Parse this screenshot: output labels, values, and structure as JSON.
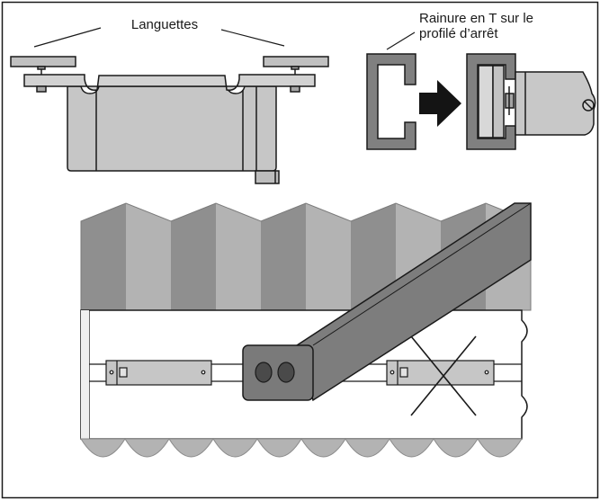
{
  "labels": {
    "tabs": "Languettes",
    "groove_line1": "Rainure en T sur le",
    "groove_line2": "profilé d’arrêt"
  },
  "colors": {
    "frame": "#1a1a1a",
    "part_fill": "#c6c6c6",
    "part_light": "#d4d4d4",
    "door_dark": "#8f8f8f",
    "door_light": "#b3b3b3",
    "profile": "#808080",
    "arrow": "#141414"
  },
  "icons": {
    "arrow": "right-arrow-icon",
    "not_allowed": "cross-mark-icon"
  }
}
